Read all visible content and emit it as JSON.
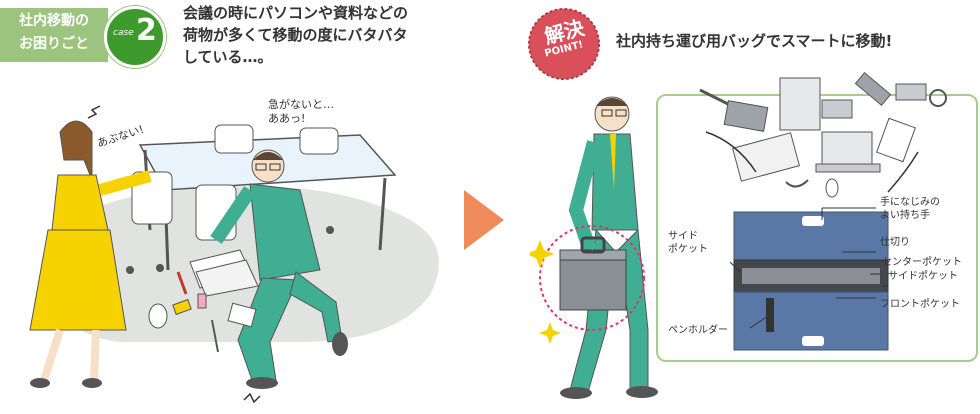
{
  "header": {
    "category_line1": "社内移動の",
    "category_line2": "お困りごと",
    "case_label": "case",
    "case_number": "2",
    "problem_line1": "会議の時にパソコンや資料などの",
    "problem_line2": "荷物が多くて移動の度にバタバタ",
    "problem_line3": "している…。"
  },
  "scene_left": {
    "woman_speech": "あぶない!",
    "man_speech_line1": "急がないと…",
    "man_speech_line2": "ああっ!"
  },
  "solution": {
    "badge_main": "解決",
    "badge_sub": "POINT!",
    "title": "社内持ち運び用バッグでスマートに移動!"
  },
  "bag_labels": {
    "handle_line1": "手になじみの",
    "handle_line2": "よい持ち手",
    "divider": "仕切り",
    "side_pocket_left_line1": "サイド",
    "side_pocket_left_line2": "ポケット",
    "center_pocket": "センターポケット",
    "side_pocket_right": "サイドポケット",
    "front_pocket": "フロントポケット",
    "pen_holder": "ペンホルダー"
  },
  "colors": {
    "green_badge": "#9cc47f",
    "green_dark": "#3e9a2c",
    "solve_red": "#d9505a",
    "arrow_orange": "#ef8a5a",
    "suit_green": "#3fae93",
    "woman_yellow": "#f5d200",
    "bag_blue": "#5a78a6",
    "bag_gray": "#8a8f96"
  }
}
